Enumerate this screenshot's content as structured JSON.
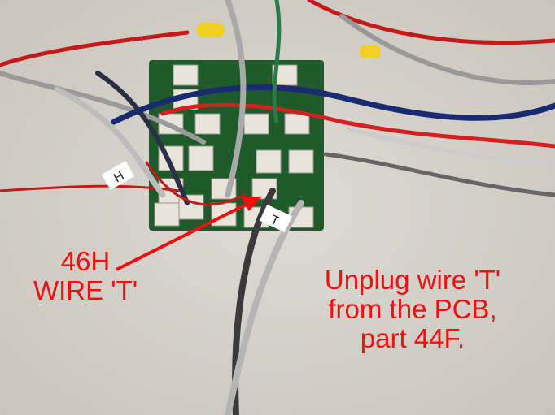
{
  "annotation_left": {
    "line1": "46H",
    "line2": "WIRE 'T'"
  },
  "annotation_right": {
    "line1": "Unplug wire 'T'",
    "line2": "from the PCB,",
    "line3": "part 44F."
  },
  "wire_tags": {
    "t": "T",
    "h": "H"
  },
  "colors": {
    "annotation": "#f01010",
    "pcb": "#1f5a2a",
    "background": "#d9d6cf"
  }
}
